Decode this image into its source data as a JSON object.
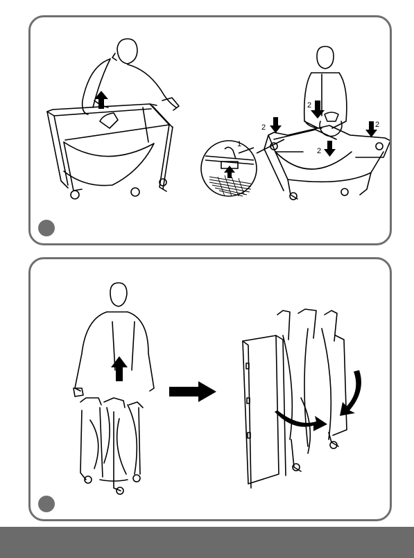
{
  "steps": [
    {
      "callouts": {
        "inset_1": "1",
        "arrow_2a": "2",
        "arrow_2b": "2",
        "arrow_2c": "2",
        "arrow_2d": "2"
      }
    },
    {
      "callouts": {}
    }
  ],
  "colors": {
    "frame": "#6f6f6f",
    "footer": "#6b6b6b",
    "ink": "#000000"
  },
  "icons": [
    "step-marker-icon",
    "up-arrow-icon",
    "down-arrow-icon",
    "right-arrow-icon",
    "curved-arrow-icon"
  ]
}
